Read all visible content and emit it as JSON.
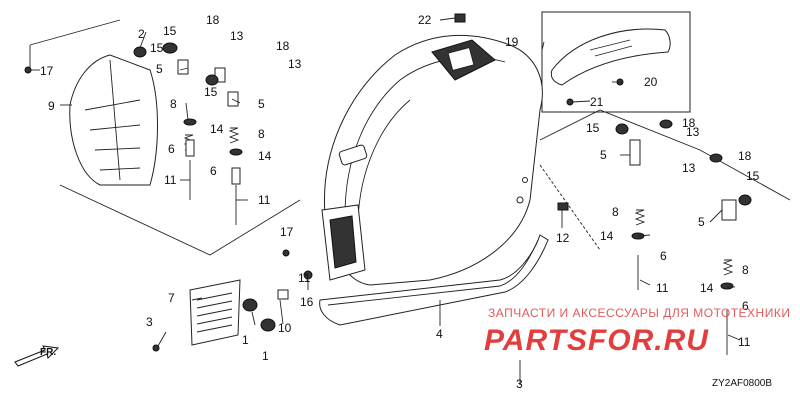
{
  "diagram": {
    "code": "ZY2AF0800B",
    "direction_label": "FR.",
    "watermark": {
      "line1": "ЗАПЧАСТИ И АКСЕССУАРЫ ДЛЯ МОТОТЕХНИКИ",
      "line2": "PARTSFOR.RU"
    },
    "callouts": [
      "1",
      "1",
      "2",
      "3",
      "4",
      "5",
      "5",
      "5",
      "5",
      "6",
      "6",
      "6",
      "6",
      "7",
      "8",
      "8",
      "8",
      "8",
      "9",
      "10",
      "11",
      "11",
      "11",
      "11",
      "11",
      "12",
      "13",
      "13",
      "13",
      "13",
      "14",
      "14",
      "14",
      "14",
      "15",
      "15",
      "15",
      "15",
      "15",
      "16",
      "17",
      "17",
      "18",
      "18",
      "18",
      "18",
      "19",
      "20",
      "21",
      "22"
    ]
  }
}
